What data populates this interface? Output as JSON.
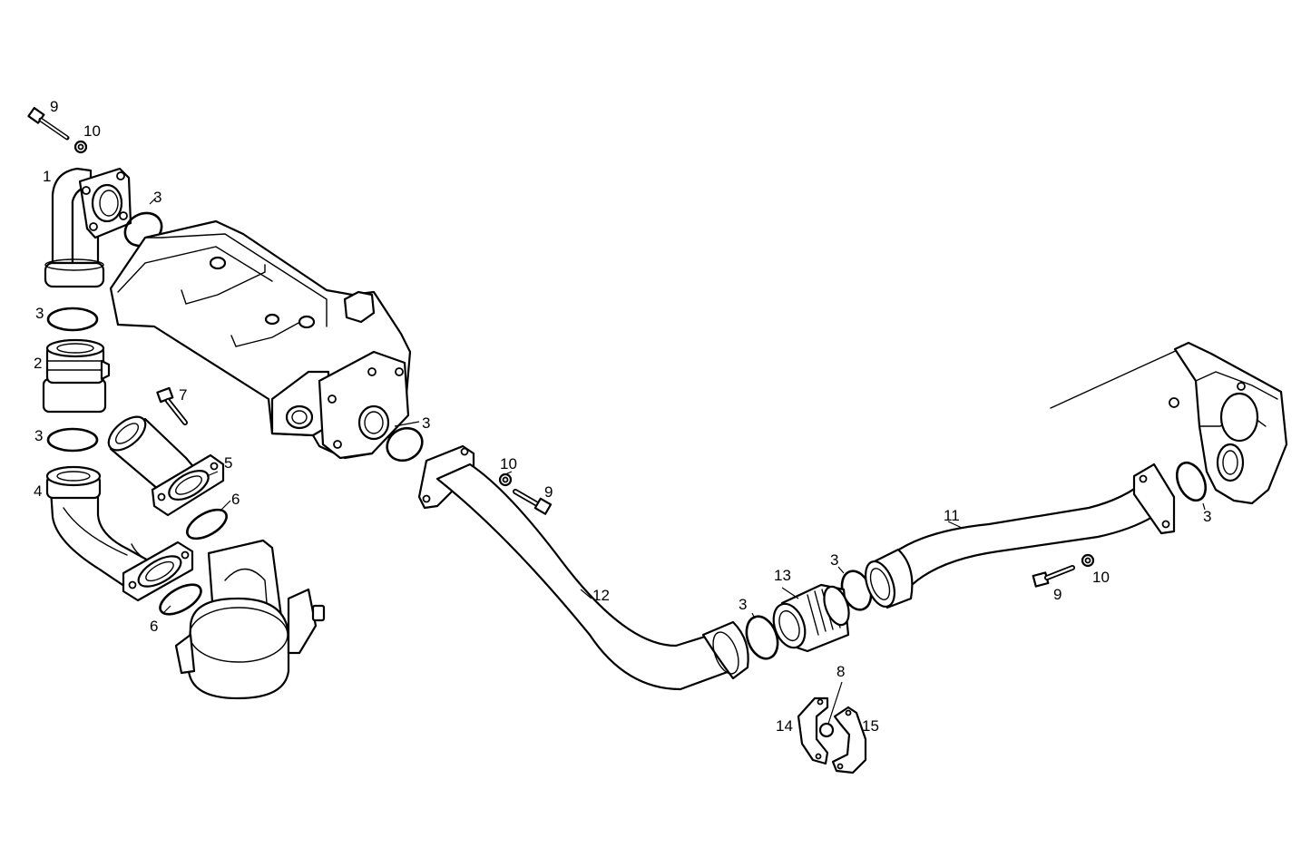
{
  "diagram": {
    "colors": {
      "line": "#000000",
      "background": "#ffffff"
    },
    "callouts": [
      {
        "id": "c9a",
        "text": "9"
      },
      {
        "id": "c10a",
        "text": "10"
      },
      {
        "id": "c1",
        "text": "1"
      },
      {
        "id": "c3a",
        "text": "3"
      },
      {
        "id": "c3b",
        "text": "3"
      },
      {
        "id": "c2",
        "text": "2"
      },
      {
        "id": "c7",
        "text": "7"
      },
      {
        "id": "c3c",
        "text": "3"
      },
      {
        "id": "c4",
        "text": "4"
      },
      {
        "id": "c5",
        "text": "5"
      },
      {
        "id": "c6a",
        "text": "6"
      },
      {
        "id": "c6b",
        "text": "6"
      },
      {
        "id": "c3d",
        "text": "3"
      },
      {
        "id": "c10b",
        "text": "10"
      },
      {
        "id": "c9b",
        "text": "9"
      },
      {
        "id": "c12",
        "text": "12"
      },
      {
        "id": "c3e",
        "text": "3"
      },
      {
        "id": "c13",
        "text": "13"
      },
      {
        "id": "c3f",
        "text": "3"
      },
      {
        "id": "c11",
        "text": "11"
      },
      {
        "id": "c9c",
        "text": "9"
      },
      {
        "id": "c10c",
        "text": "10"
      },
      {
        "id": "c3g",
        "text": "3"
      },
      {
        "id": "c8",
        "text": "8"
      },
      {
        "id": "c14",
        "text": "14"
      },
      {
        "id": "c15",
        "text": "15"
      }
    ]
  }
}
